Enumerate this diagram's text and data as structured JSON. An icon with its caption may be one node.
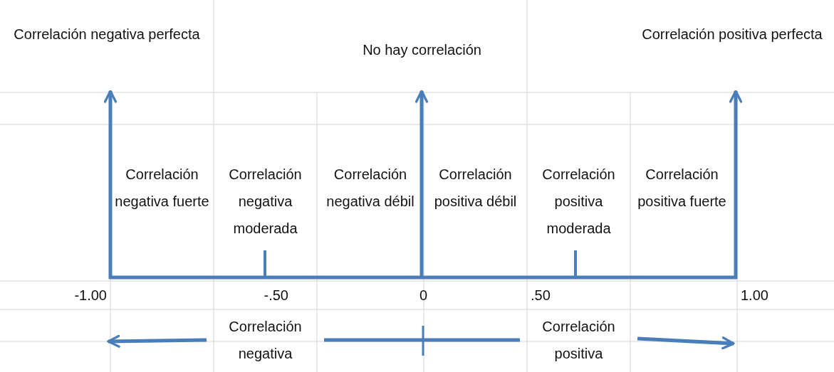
{
  "diagram": {
    "nodes": [
      {
        "text": [
          "Correlación negativa perfecta"
        ]
      },
      {
        "text": [
          "No hay correlación"
        ]
      },
      {
        "text": [
          "Correlación positiva perfecta"
        ]
      },
      {
        "text": [
          "Correlación negativa"
        ]
      },
      {
        "text": [
          "Correlación positiva"
        ]
      }
    ],
    "edges": [
      {
        "from": null,
        "to": 0,
        "arrow": "to"
      },
      {
        "from": null,
        "to": 1,
        "arrow": "to"
      },
      {
        "from": null,
        "to": 2,
        "arrow": "to"
      },
      {
        "from": 3,
        "to": null,
        "arrow": "to"
      },
      {
        "from": 4,
        "to": null,
        "arrow": "to"
      },
      {
        "from": 3,
        "to": 4,
        "arrow": "none"
      }
    ],
    "labels": [
      "Correlación negativa fuerte",
      "Correlación negativa moderada",
      "Correlación negativa débil",
      "Correlación positiva débil",
      "Correlación positiva moderada",
      "Correlación positiva fuerte",
      "-1.00",
      "-.50",
      "0",
      ".50",
      "1.00"
    ]
  }
}
